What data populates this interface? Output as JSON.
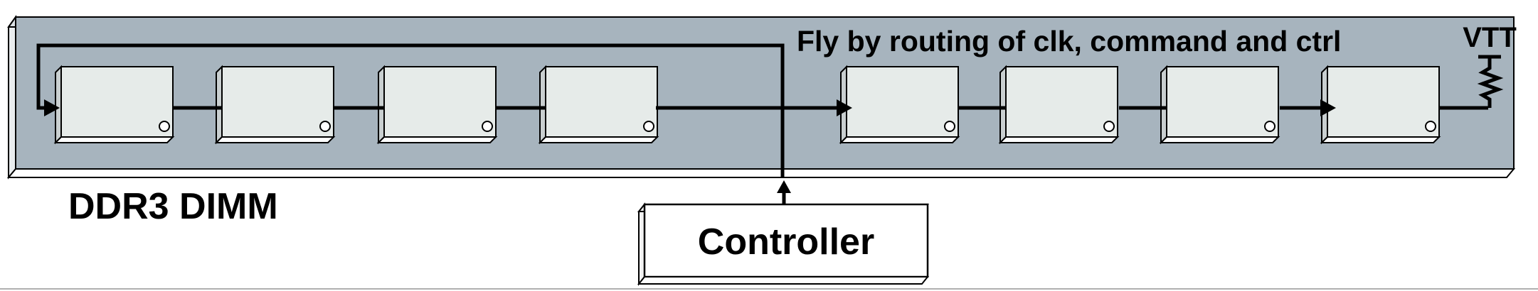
{
  "dimm": {
    "title": "Fly by routing of clk, command and ctrl",
    "label": "DDR3 DIMM",
    "termination_label": "VTT",
    "board_color": "#a7b4be",
    "chip_color": "#e6ebe9"
  },
  "controller": {
    "label": "Controller"
  },
  "chips": [
    {
      "name": "dram-chip-1"
    },
    {
      "name": "dram-chip-2"
    },
    {
      "name": "dram-chip-3"
    },
    {
      "name": "dram-chip-4"
    },
    {
      "name": "dram-chip-5"
    },
    {
      "name": "dram-chip-6"
    },
    {
      "name": "dram-chip-7"
    },
    {
      "name": "dram-chip-8"
    }
  ]
}
